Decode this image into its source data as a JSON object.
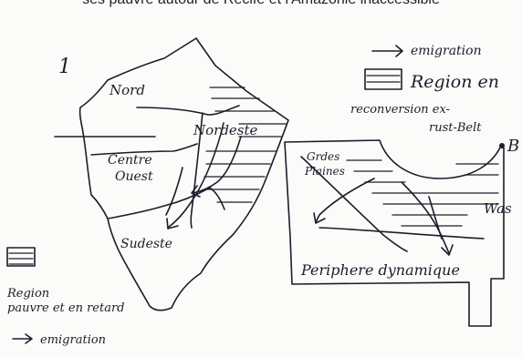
{
  "header": {
    "caption": "ses pauvre autour de Recife et l'Amazonie inaccessible"
  },
  "map1": {
    "number": "1",
    "regions": {
      "nord": "Nord",
      "nordeste": "Nordeste",
      "centre": "Centre",
      "ouest": "Ouest",
      "sudeste": "Sudeste"
    },
    "legend": {
      "line1": "Region",
      "line2": "pauvre et en retard",
      "arrow_label": "emigration"
    }
  },
  "map2": {
    "legend": {
      "arrow_label": "emigration",
      "box_label": "Region en",
      "box_desc_1": "reconversion ex-",
      "box_desc_2": "rust-Belt"
    },
    "labels": {
      "grdes": "Grdes",
      "plaines": "Plaines",
      "periphery": "Periphere dynamique",
      "b": "B",
      "was": "Was"
    }
  },
  "colors": {
    "ink": "#1d1d2b",
    "paper": "#fbfbfa"
  }
}
